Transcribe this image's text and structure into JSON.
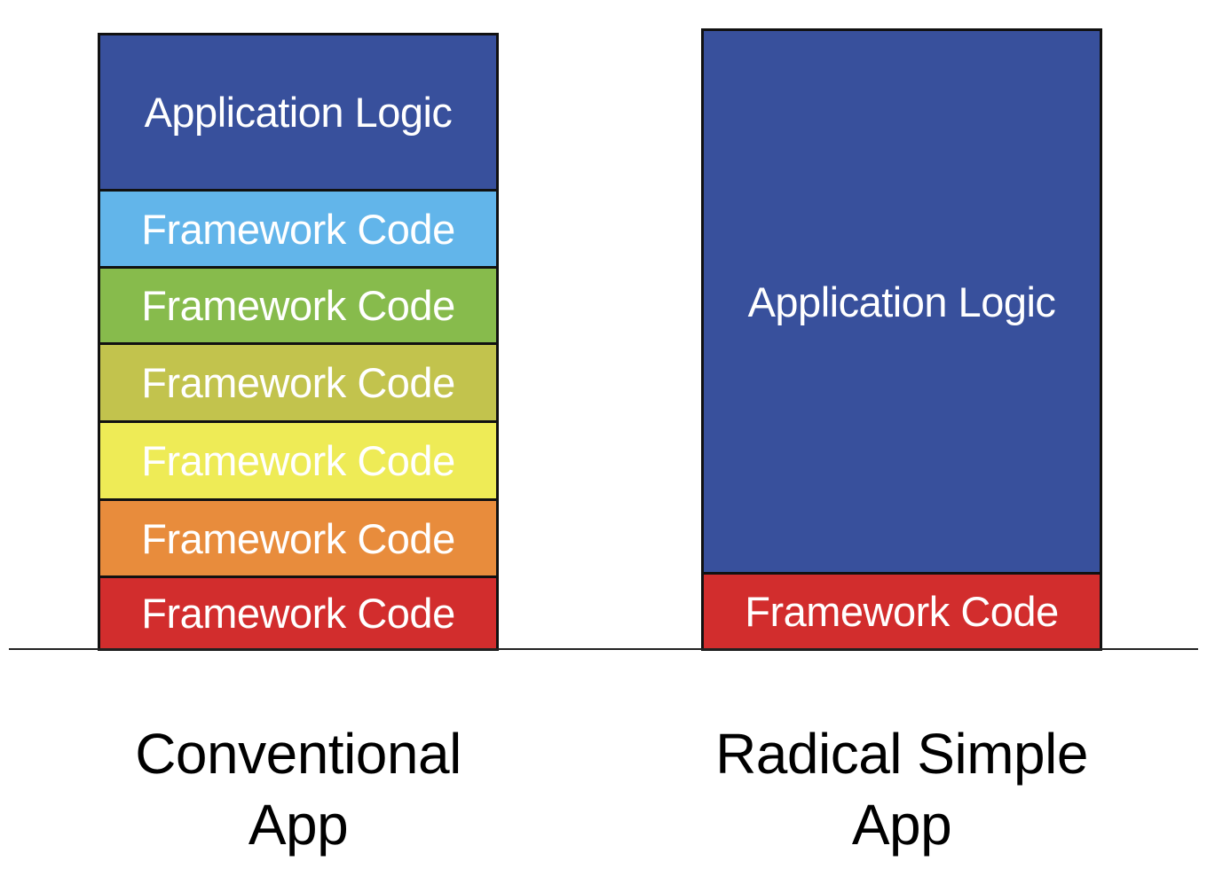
{
  "conventional": {
    "caption_line1": "Conventional",
    "caption_line2": "App",
    "layers": [
      {
        "label": "Application Logic",
        "color": "#38509c"
      },
      {
        "label": "Framework Code",
        "color": "#62b5ea"
      },
      {
        "label": "Framework Code",
        "color": "#87bb4c"
      },
      {
        "label": "Framework Code",
        "color": "#c2c34d"
      },
      {
        "label": "Framework Code",
        "color": "#eeeb56"
      },
      {
        "label": "Framework Code",
        "color": "#e88c3c"
      },
      {
        "label": "Framework Code",
        "color": "#d22d2d"
      }
    ]
  },
  "radical": {
    "caption_line1": "Radical Simple",
    "caption_line2": "App",
    "layers": [
      {
        "label": "Application Logic",
        "color": "#38509c"
      },
      {
        "label": "Framework Code",
        "color": "#d22d2d"
      }
    ]
  }
}
